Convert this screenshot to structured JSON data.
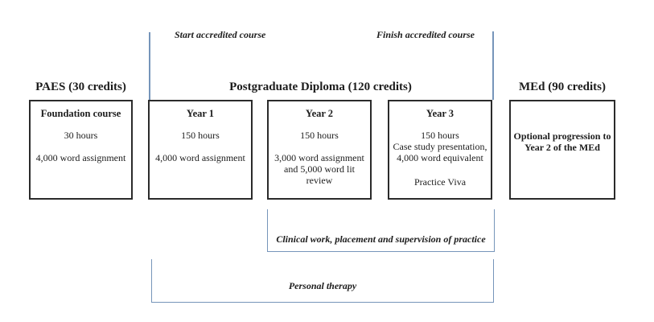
{
  "colors": {
    "accent_blue": "#7695ba",
    "box_border": "#2b2b2b",
    "text": "#1c1c1c"
  },
  "top_labels": {
    "start": "Start accredited course",
    "finish": "Finish accredited course"
  },
  "section_headers": {
    "paes": "PAES (30 credits)",
    "pgdip": "Postgraduate Diploma (120 credits)",
    "med": "MEd (90 credits)"
  },
  "boxes": [
    {
      "title": "Foundation course",
      "paras": [
        "30 hours",
        "4,000 word assignment"
      ]
    },
    {
      "title": "Year 1",
      "paras": [
        "150 hours",
        "4,000 word assignment"
      ]
    },
    {
      "title": "Year 2",
      "paras": [
        "150 hours",
        "3,000 word assignment and 5,000 word lit review"
      ]
    },
    {
      "title": "Year 3",
      "paras": [
        "150 hours\nCase study presentation, 4,000 word equivalent",
        "Practice Viva"
      ]
    },
    {
      "title": "",
      "paras": [
        "Optional progression to Year 2 of the MEd"
      ]
    }
  ],
  "brackets": {
    "clinical": "Clinical work, placement and supervision of practice",
    "personal": "Personal therapy"
  }
}
